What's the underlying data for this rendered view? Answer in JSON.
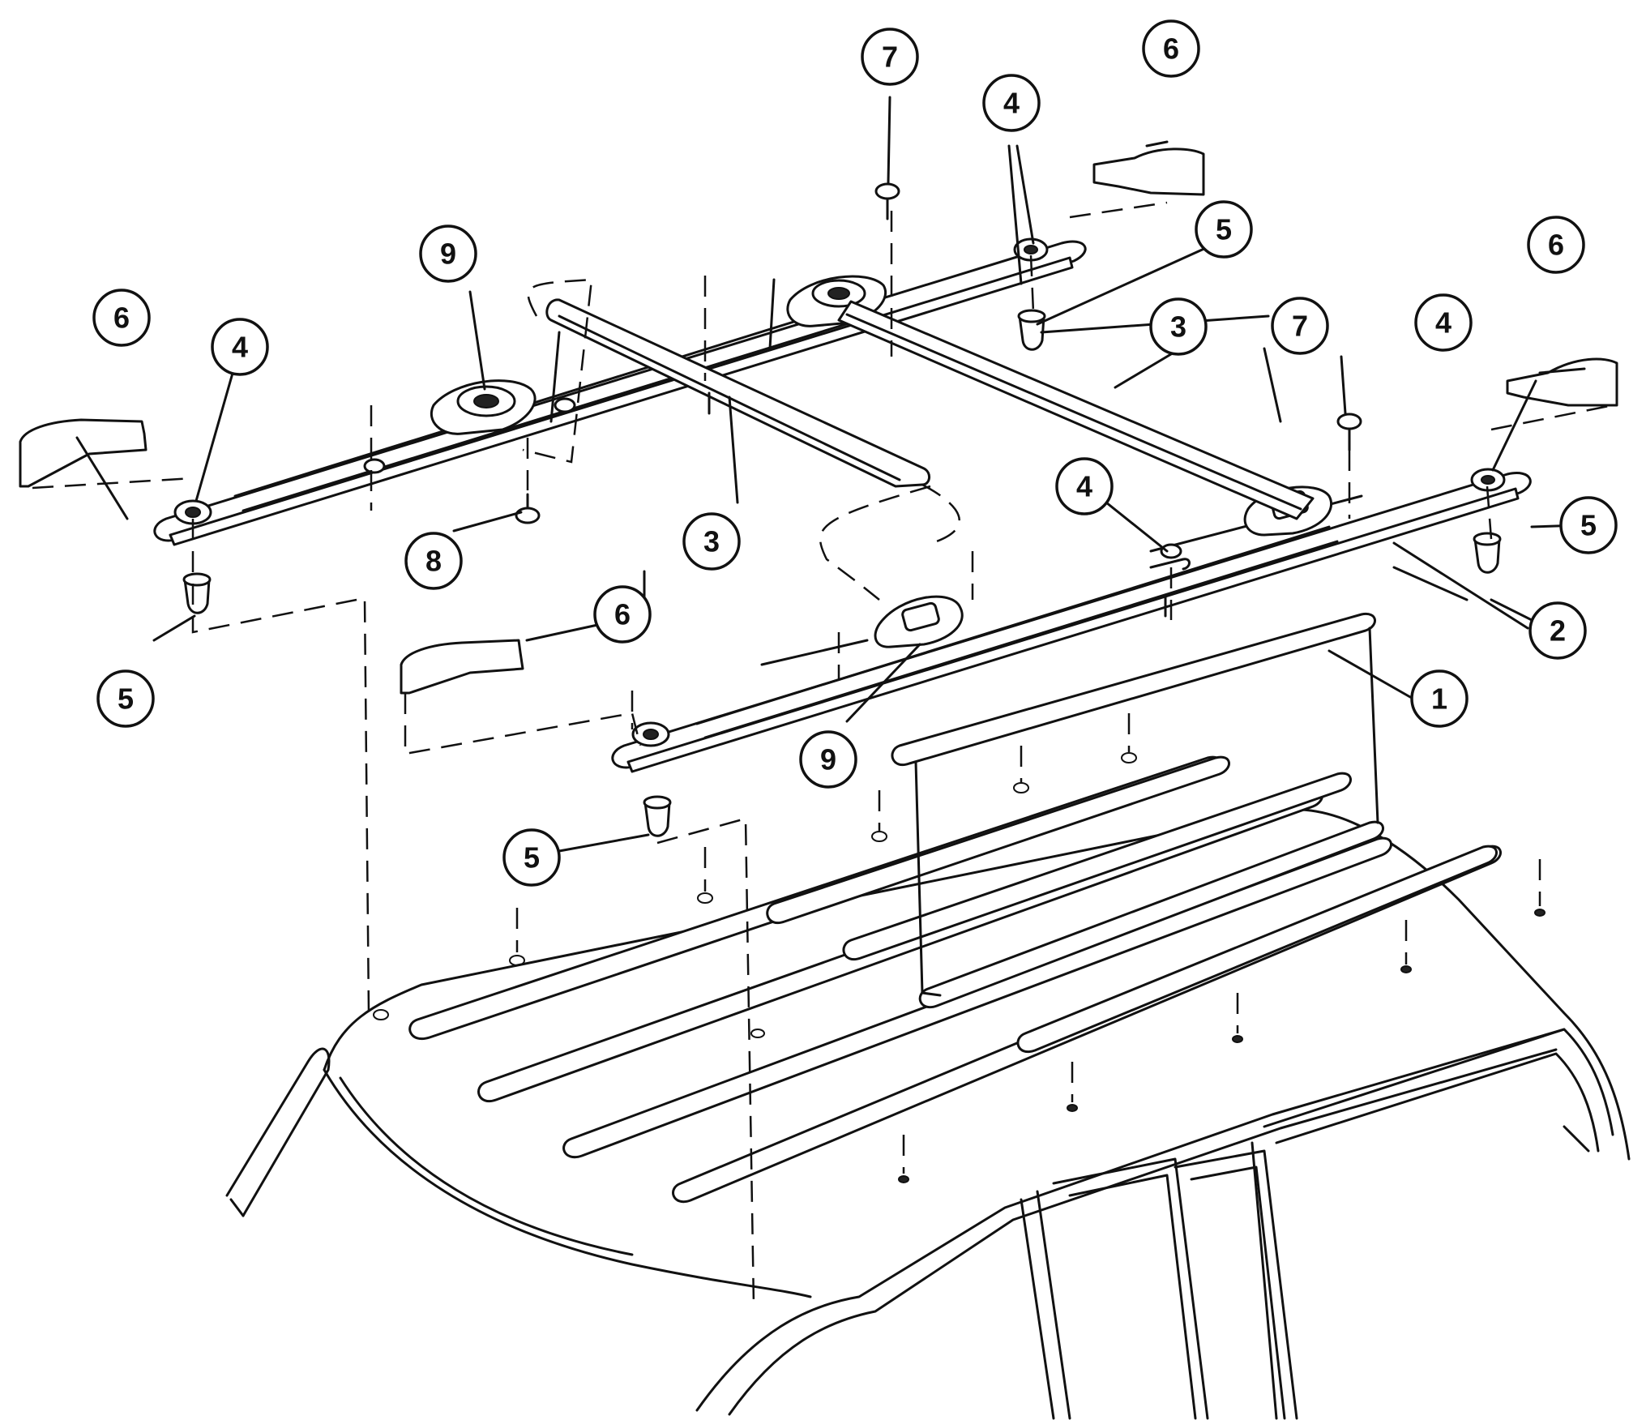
{
  "callouts": [
    {
      "id": "c1",
      "label": "1"
    },
    {
      "id": "c2",
      "label": "2"
    },
    {
      "id": "c3a",
      "label": "3"
    },
    {
      "id": "c3b",
      "label": "3"
    },
    {
      "id": "c4a",
      "label": "4"
    },
    {
      "id": "c4b",
      "label": "4"
    },
    {
      "id": "c4c",
      "label": "4"
    },
    {
      "id": "c4d",
      "label": "4"
    },
    {
      "id": "c5a",
      "label": "5"
    },
    {
      "id": "c5b",
      "label": "5"
    },
    {
      "id": "c5c",
      "label": "5"
    },
    {
      "id": "c5d",
      "label": "5"
    },
    {
      "id": "c6a",
      "label": "6"
    },
    {
      "id": "c6b",
      "label": "6"
    },
    {
      "id": "c6c",
      "label": "6"
    },
    {
      "id": "c6d",
      "label": "6"
    },
    {
      "id": "c7a",
      "label": "7"
    },
    {
      "id": "c7b",
      "label": "7"
    },
    {
      "id": "c8",
      "label": "8"
    },
    {
      "id": "c9a",
      "label": "9"
    },
    {
      "id": "c9b",
      "label": "9"
    }
  ]
}
